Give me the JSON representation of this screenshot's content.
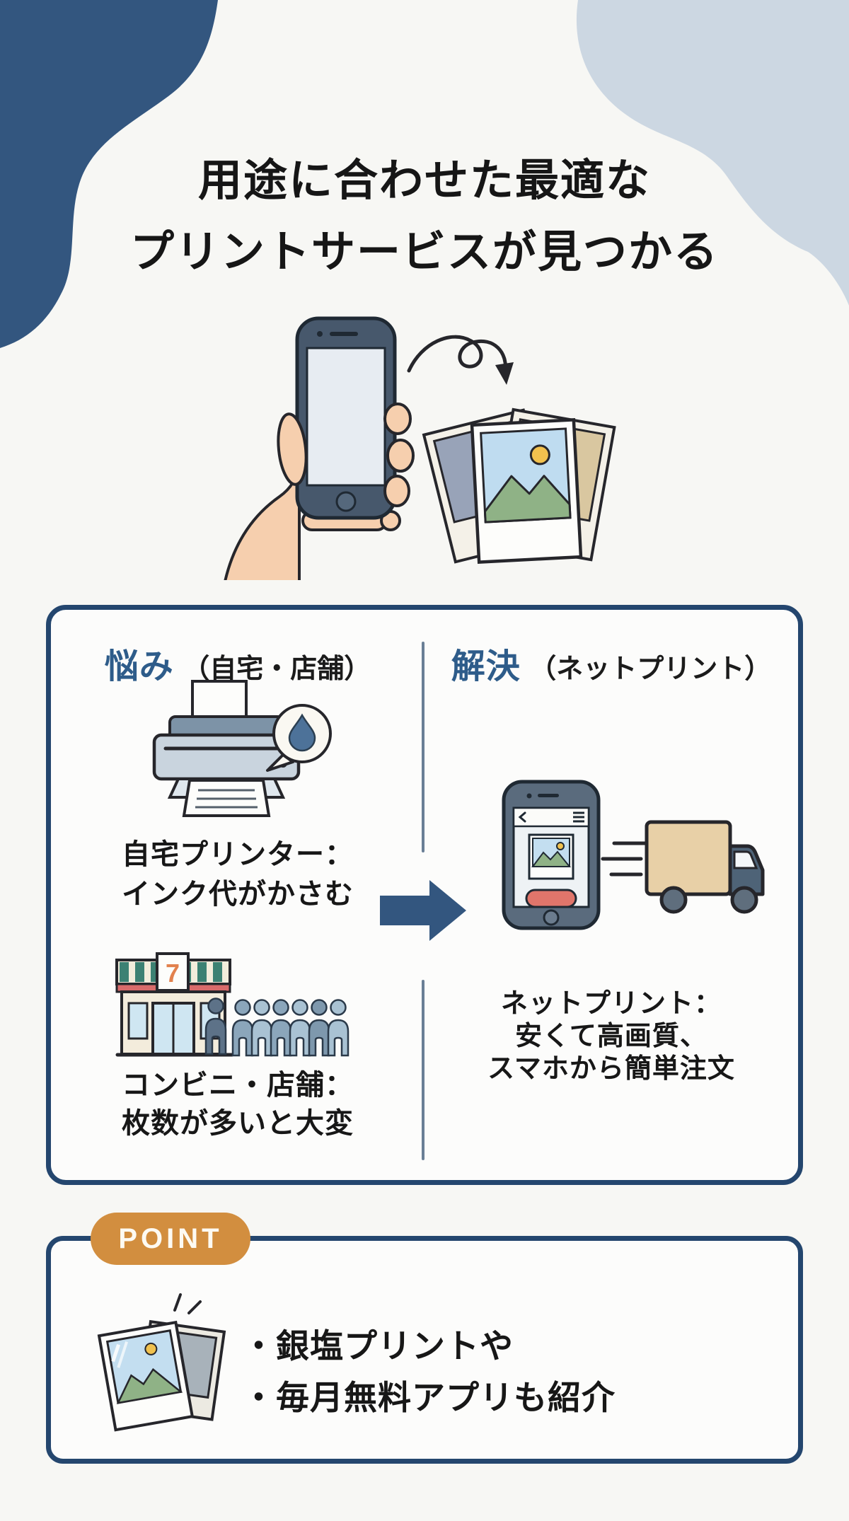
{
  "title": {
    "line1": "用途に合わせた最適な",
    "line2": "プリントサービスが見つかる"
  },
  "comparison_box": {
    "left": {
      "heading": "悩み",
      "heading_note": "（自宅・店舗）",
      "printer_caption": {
        "line1": "自宅プリンター：",
        "line2": "インク代がかさむ"
      },
      "store_sign_number": "7",
      "store_caption": {
        "line1": "コンビニ・店舗：",
        "line2": "枚数が多いと大変"
      }
    },
    "right": {
      "heading": "解決",
      "heading_note": "（ネットプリント）",
      "caption": {
        "line1": "ネットプリント：",
        "line2": "安くて高画質、",
        "line3": "スマホから簡単注文"
      }
    }
  },
  "point_box": {
    "badge": "POINT",
    "bullets": {
      "line1": "・銀塩プリントや",
      "line2": "・毎月無料アプリも紹介"
    }
  },
  "colors": {
    "background": "#f7f7f4",
    "navy_blob": "#33567f",
    "light_blue_blob": "#ccd7e2",
    "box_border": "#24466e",
    "heading_blue": "#2e5c8a",
    "divider": "#6a7f96",
    "arrow_navy": "#33567f",
    "badge_orange": "#d28e3f",
    "store_sign_orange": "#e2814d",
    "text_black": "#171717"
  }
}
